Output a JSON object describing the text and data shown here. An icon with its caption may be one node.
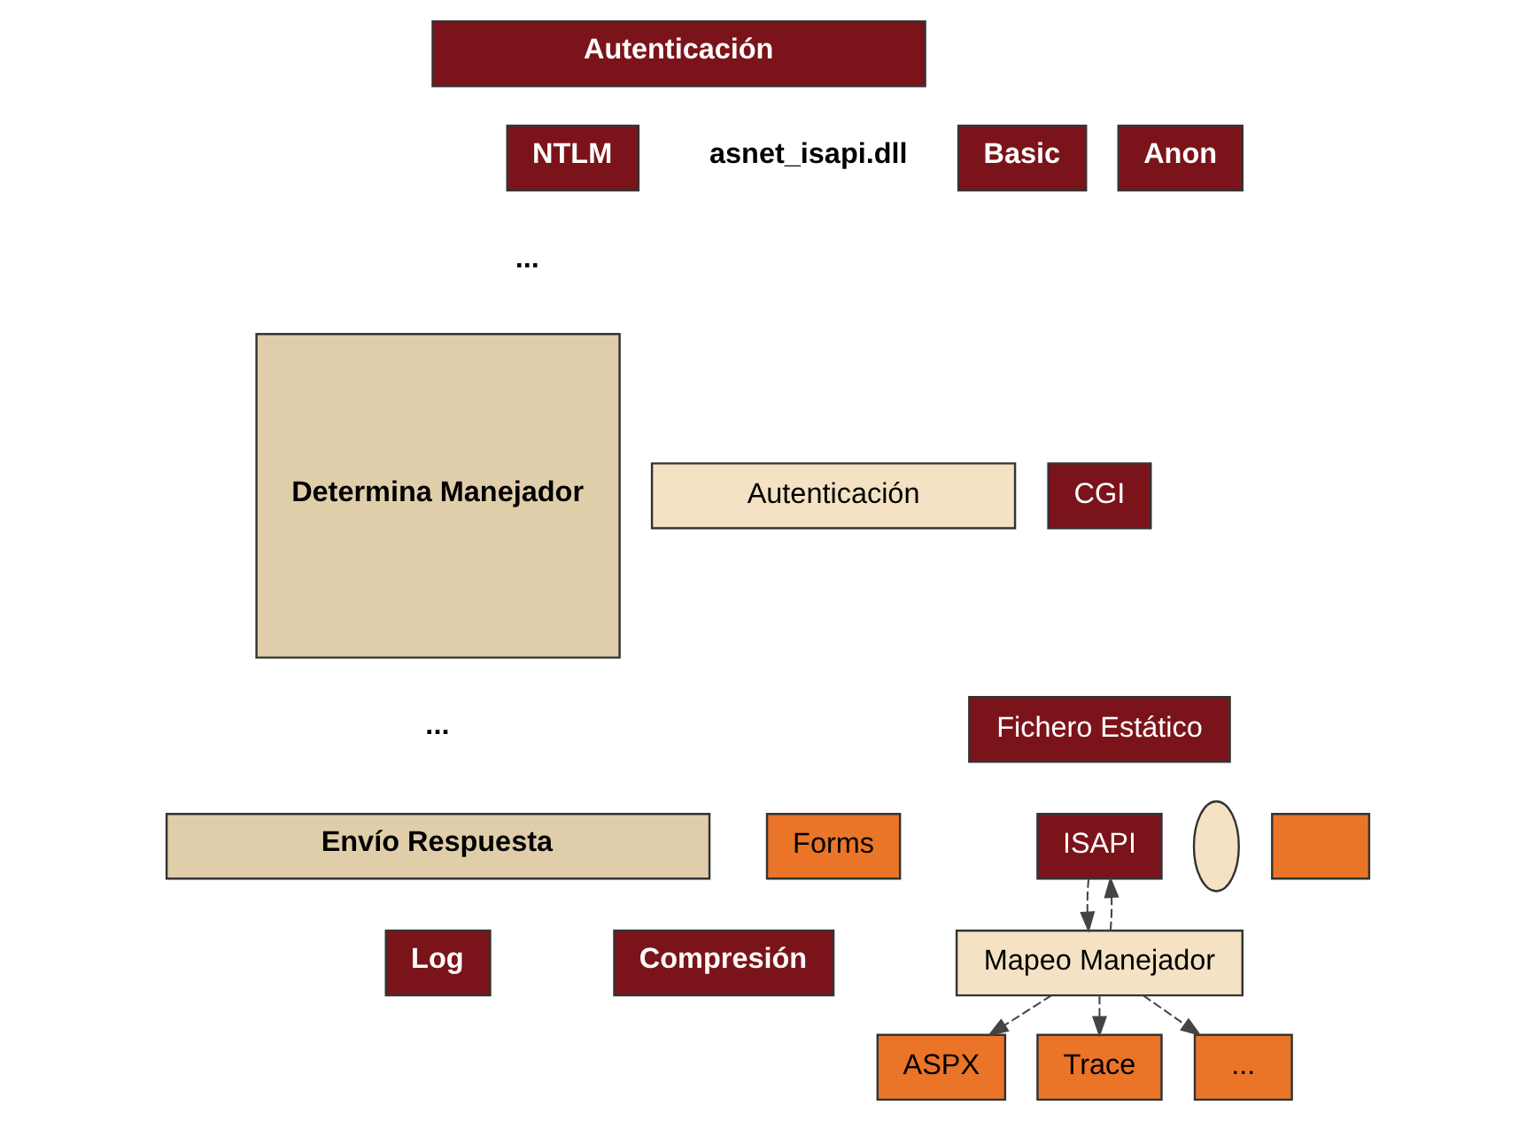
{
  "diagram": {
    "nodes": [
      {
        "text": [
          "Autenticación"
        ]
      },
      {
        "text": [
          "NTLM"
        ]
      },
      {
        "text": [
          "Basic"
        ]
      },
      {
        "text": [
          "Anon"
        ]
      },
      {
        "text": [
          "Determina Manejador"
        ]
      },
      {
        "text": [
          "Envío Respuesta"
        ]
      },
      {
        "text": [
          "Log"
        ]
      },
      {
        "text": [
          "Compresión"
        ]
      },
      {
        "text": [
          "CGI"
        ]
      },
      {
        "text": [
          "Fichero Estático"
        ]
      },
      {
        "text": [
          "ISAPI"
        ]
      },
      {
        "text": [],
        "shape": "ellipse"
      },
      {
        "text": [
          "Autenticación"
        ]
      },
      {
        "text": [
          "Forms"
        ]
      },
      {
        "text": [],
        "shape": "box"
      },
      {
        "text": [
          "Mapeo Manejador"
        ]
      },
      {
        "text": [
          "ASPX"
        ]
      },
      {
        "text": [
          "Trace"
        ]
      },
      {
        "text": [
          "..."
        ]
      }
    ],
    "edges": [
      {
        "from": 10,
        "to": 15,
        "arrow": "to",
        "style": "dashed"
      },
      {
        "from": 15,
        "to": 10,
        "arrow": "to",
        "style": "dashed"
      },
      {
        "from": 15,
        "to": 16,
        "arrow": "to",
        "style": "dashed"
      },
      {
        "from": 15,
        "to": 17,
        "arrow": "to",
        "style": "dashed"
      },
      {
        "from": 15,
        "to": 18,
        "arrow": "to",
        "style": "dashed"
      }
    ],
    "labels": [
      "...",
      "asnet_isapi.dll",
      "..."
    ]
  }
}
